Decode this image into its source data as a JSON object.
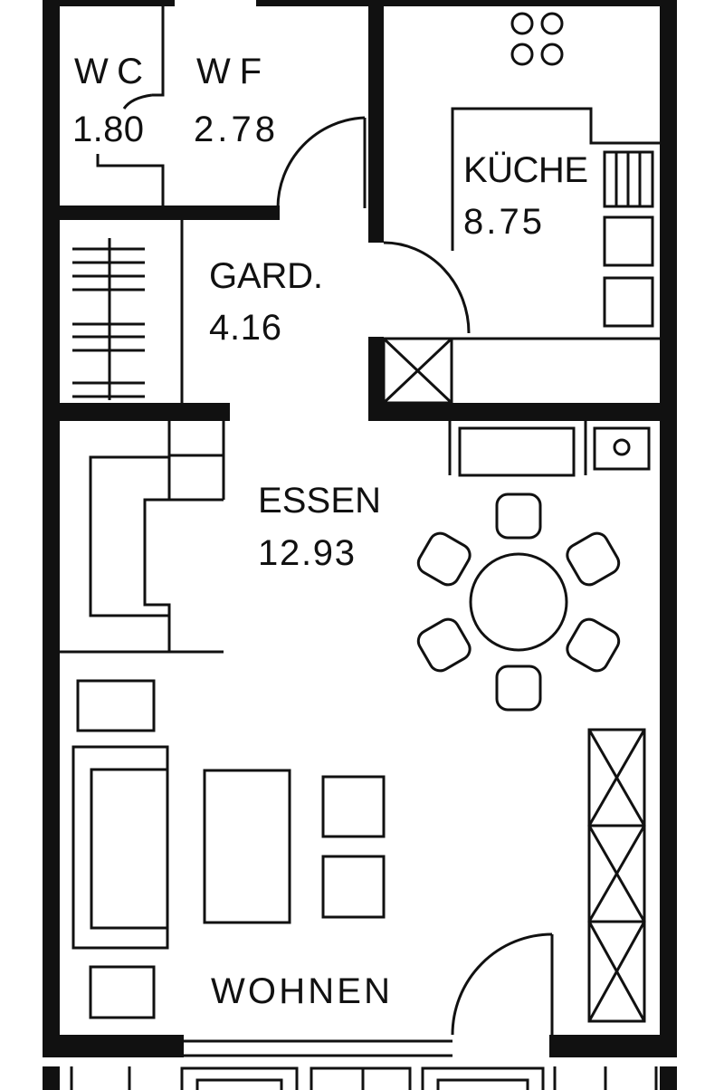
{
  "plan": {
    "rooms": [
      {
        "name": "WC",
        "area": "1.80"
      },
      {
        "name": "WF",
        "area": "2.78"
      },
      {
        "name": "KÜCHE",
        "area": "8.75"
      },
      {
        "name": "GARD.",
        "area": "4.16"
      },
      {
        "name": "ESSEN",
        "area": "12.93"
      },
      {
        "name": "WOHNEN",
        "area": ""
      }
    ]
  },
  "colors": {
    "ink": "#111111",
    "background": "#ffffff"
  }
}
